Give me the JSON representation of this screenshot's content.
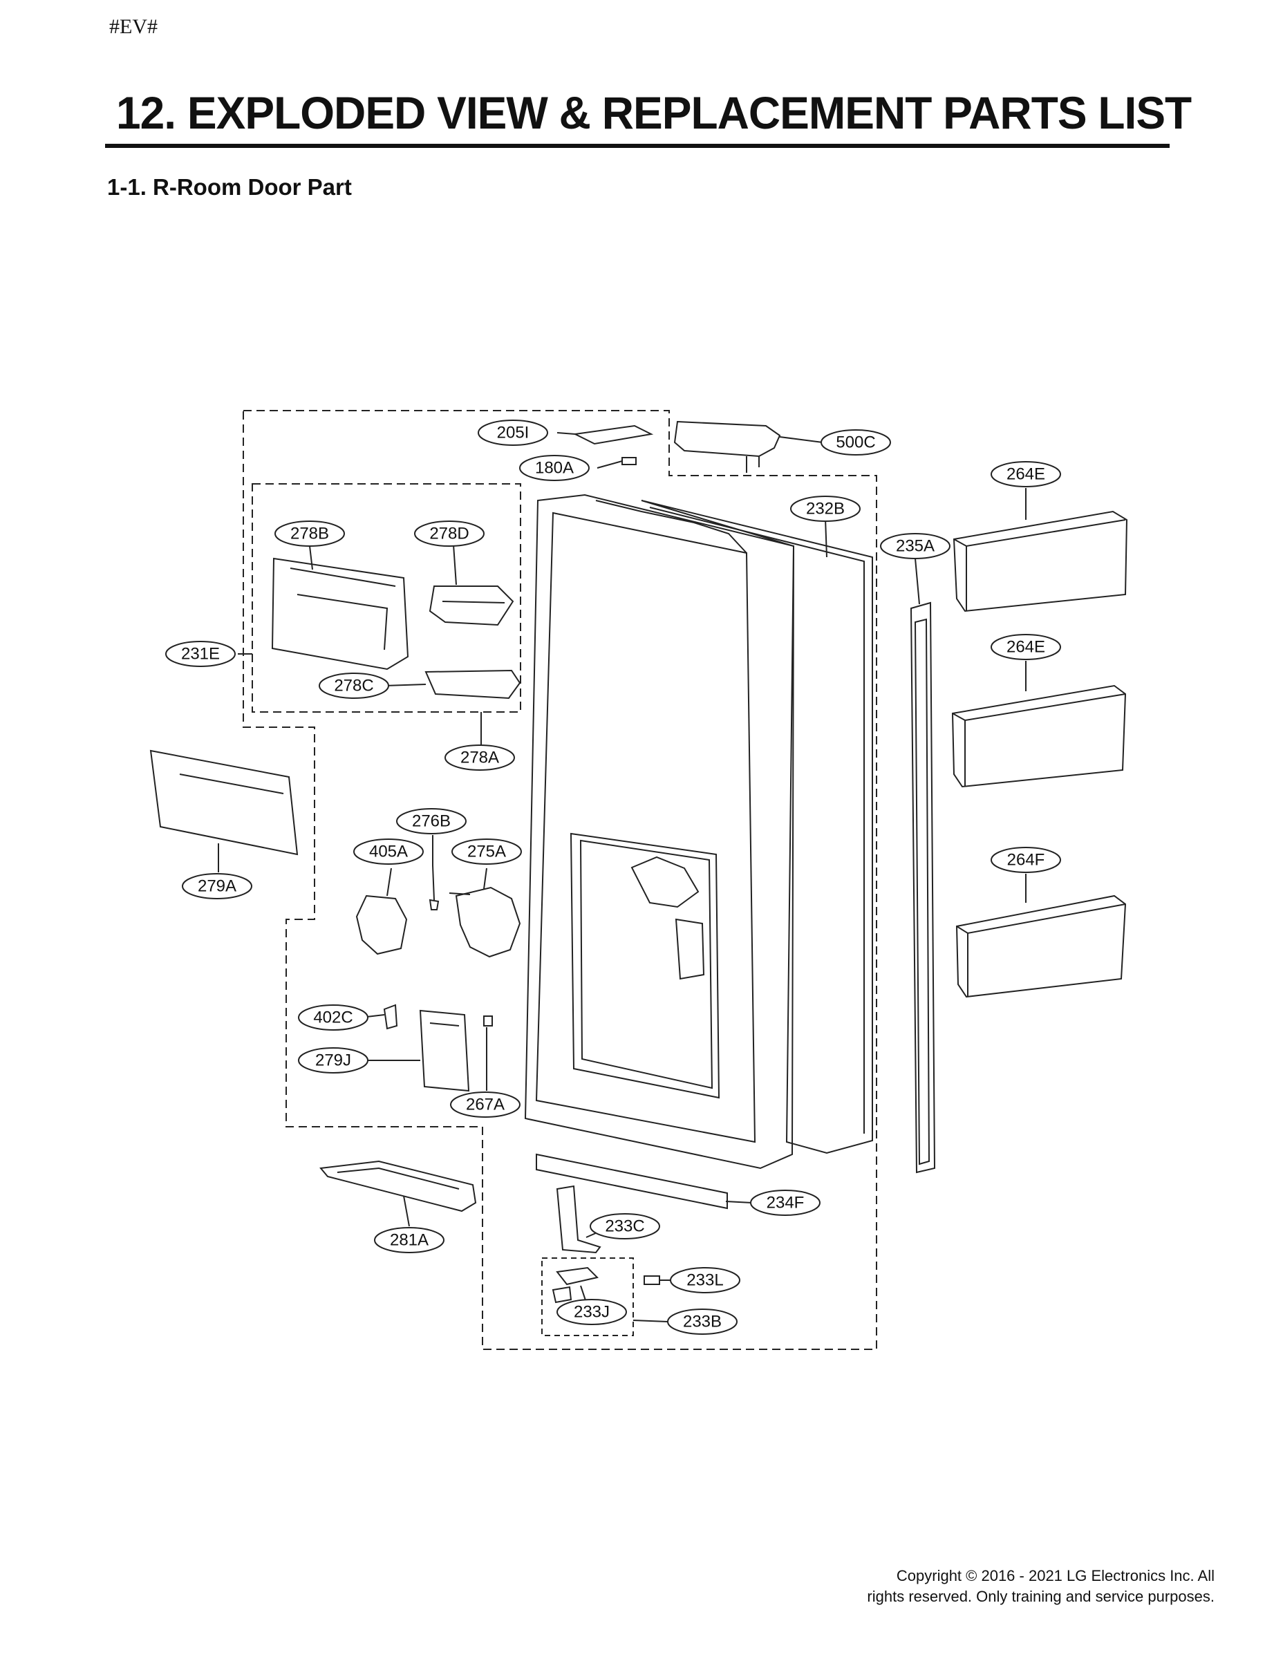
{
  "page": {
    "marker": "#EV#",
    "title": "12. EXPLODED VIEW & REPLACEMENT PARTS LIST",
    "subtitle": "1-1. R-Room Door Part",
    "copyright_line1": "Copyright © 2016 - 2021 LG Electronics Inc. All",
    "copyright_line2": "rights reserved. Only training and service purposes."
  },
  "callouts": {
    "c205I": "205I",
    "c180A": "180A",
    "c500C": "500C",
    "c264E_1": "264E",
    "c232B": "232B",
    "c278B": "278B",
    "c278D": "278D",
    "c235A": "235A",
    "c264E_2": "264E",
    "c231E": "231E",
    "c278C": "278C",
    "c278A": "278A",
    "c276B": "276B",
    "c405A": "405A",
    "c275A": "275A",
    "c279A": "279A",
    "c264F": "264F",
    "c402C": "402C",
    "c279J": "279J",
    "c267A": "267A",
    "c234F": "234F",
    "c281A": "281A",
    "c233C": "233C",
    "c233L": "233L",
    "c233J": "233J",
    "c233B": "233B"
  }
}
